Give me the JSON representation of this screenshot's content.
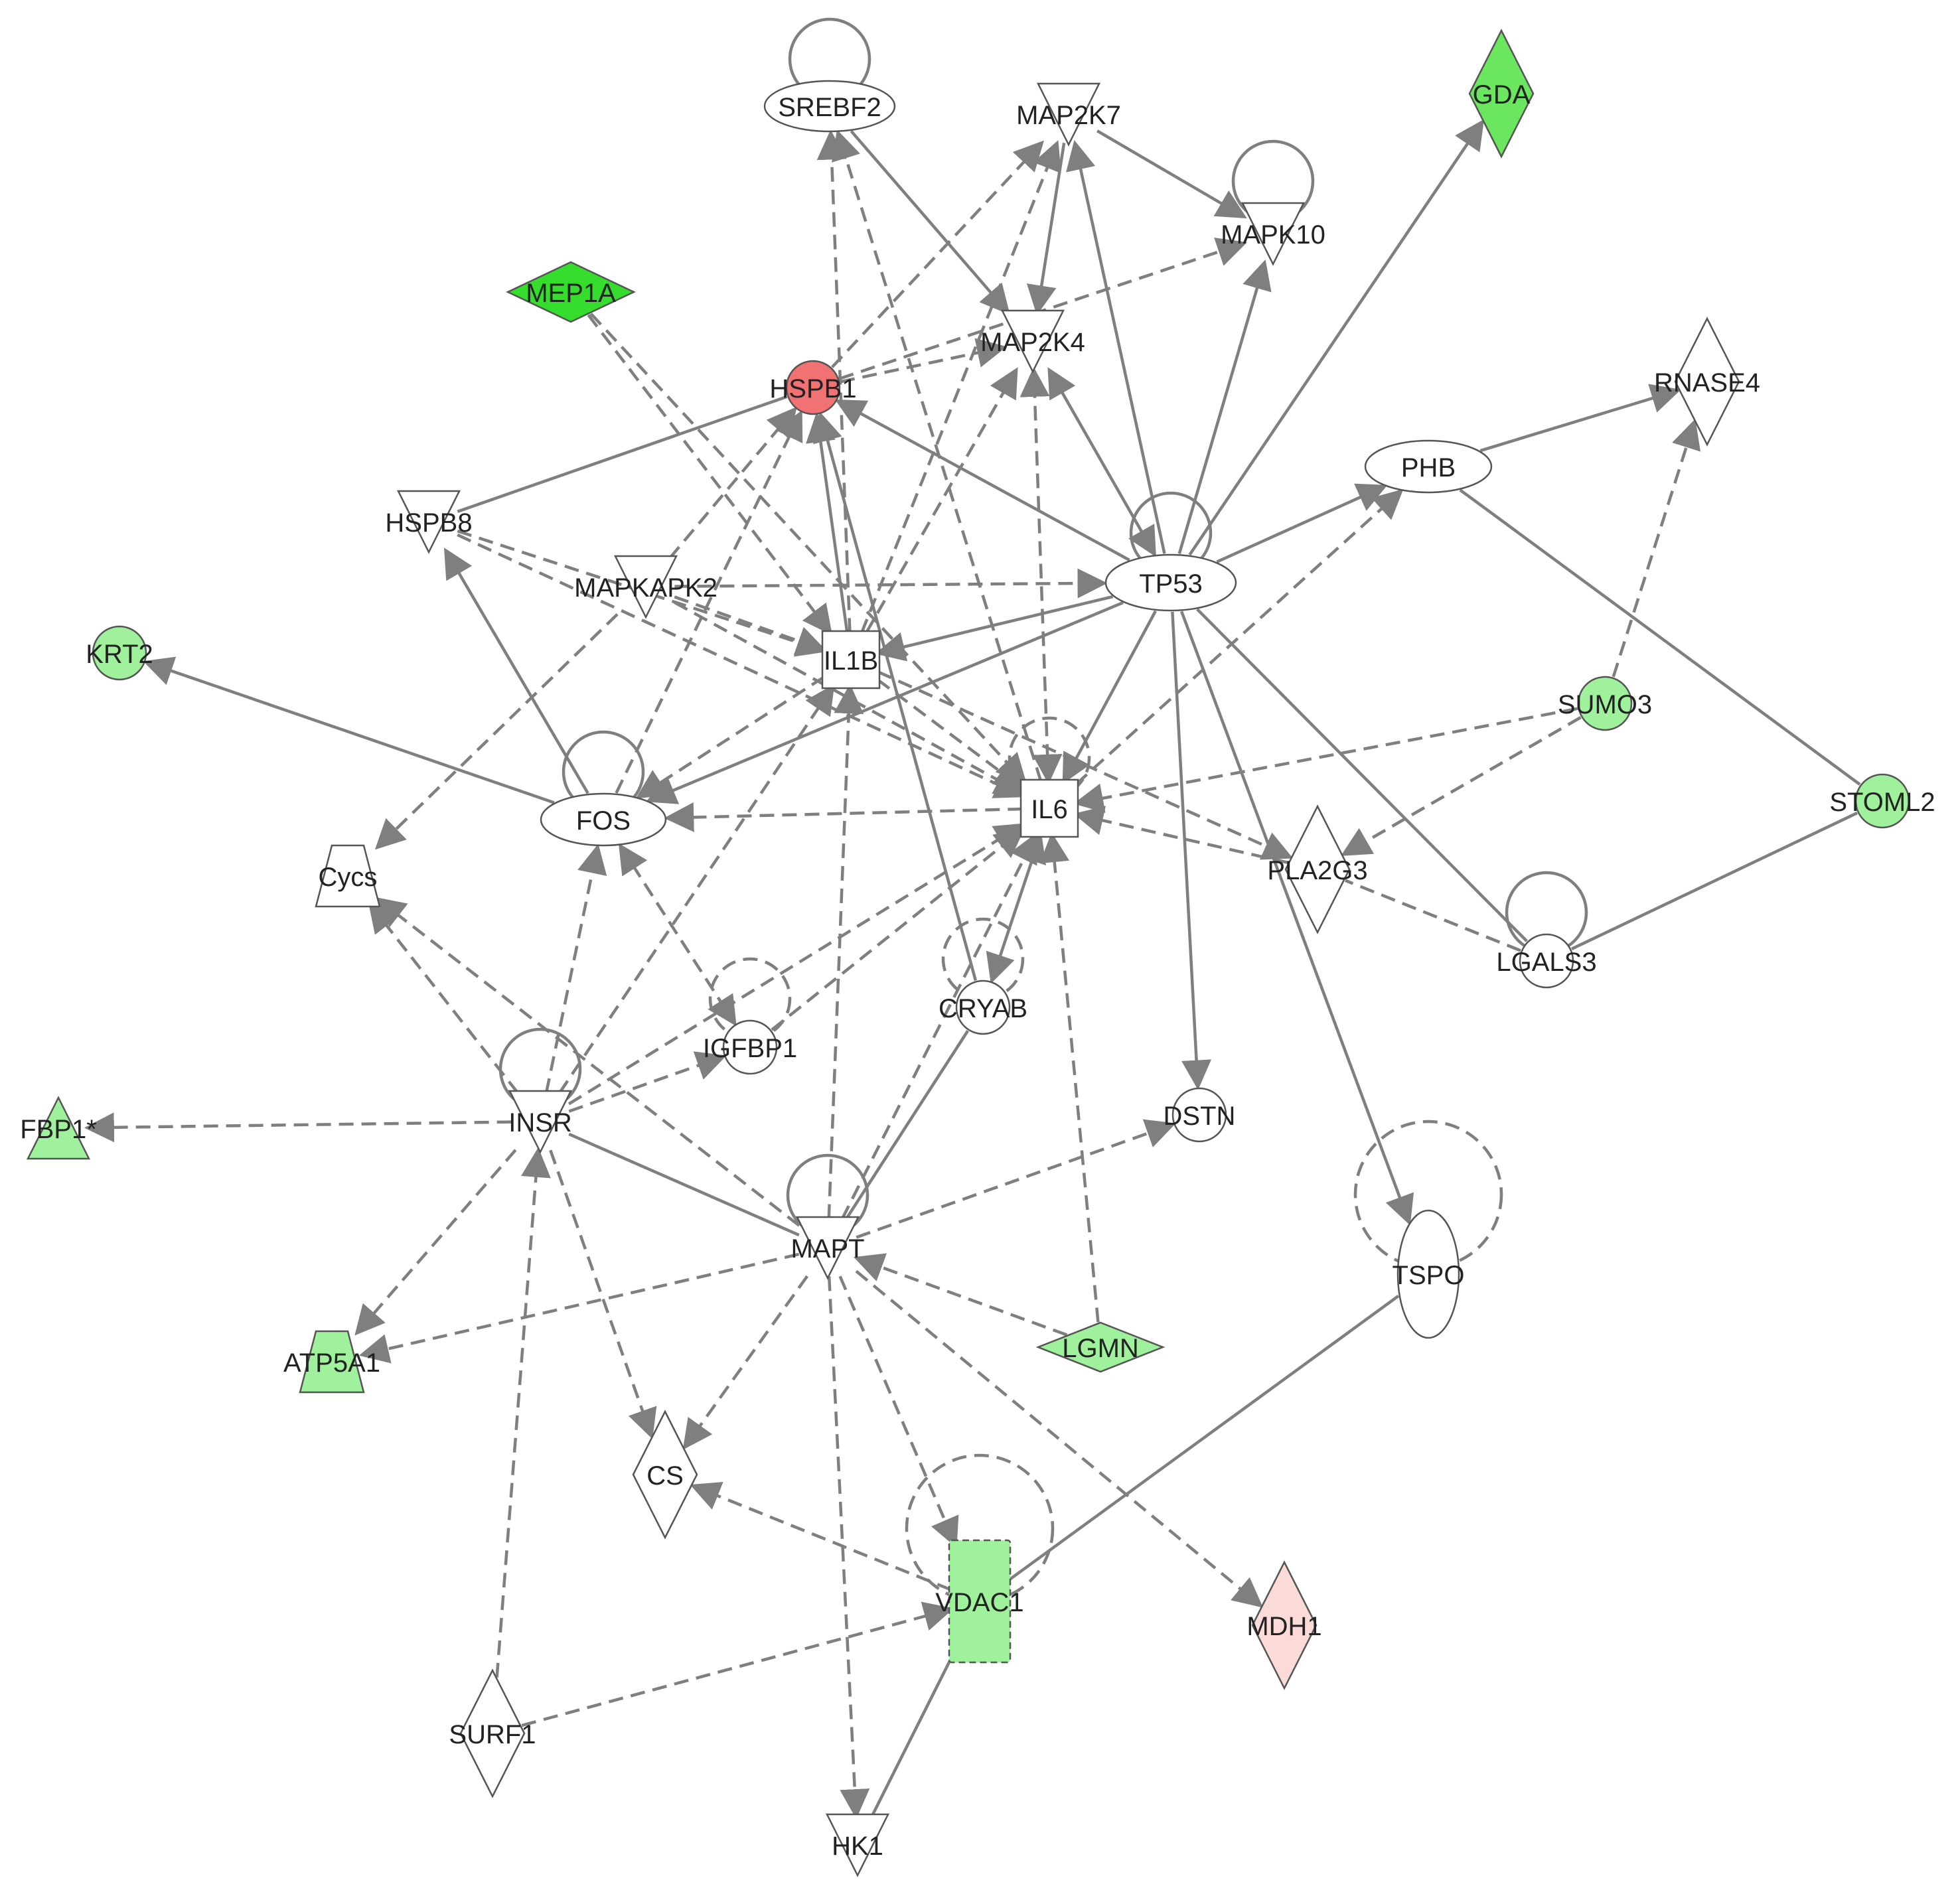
{
  "colors": {
    "edge": "#7f7f7f",
    "node_stroke": "#555555",
    "white": "#ffffff",
    "green_light": "#9ff29b",
    "green_bright": "#35dd2c",
    "green_medium": "#6be65f",
    "red": "#f07272",
    "pink": "#fadbd8"
  },
  "nodes": [
    {
      "id": "SREBF2",
      "label": "SREBF2",
      "shape": "ellipse",
      "fill": "white",
      "self_loop": "solid"
    },
    {
      "id": "MAP2K7",
      "label": "MAP2K7",
      "shape": "triangle-down",
      "fill": "white"
    },
    {
      "id": "GDA",
      "label": "GDA",
      "shape": "diamond",
      "fill": "green_medium"
    },
    {
      "id": "MAPK10",
      "label": "MAPK10",
      "shape": "triangle-down",
      "fill": "white",
      "self_loop": "solid"
    },
    {
      "id": "MEP1A",
      "label": "MEP1A",
      "shape": "diamond",
      "fill": "green_bright"
    },
    {
      "id": "MAP2K4",
      "label": "MAP2K4",
      "shape": "triangle-down",
      "fill": "white"
    },
    {
      "id": "HSPB1",
      "label": "HSPB1",
      "shape": "circle",
      "fill": "red"
    },
    {
      "id": "RNASE4",
      "label": "RNASE4",
      "shape": "diamond",
      "fill": "white"
    },
    {
      "id": "PHB",
      "label": "PHB",
      "shape": "ellipse",
      "fill": "white"
    },
    {
      "id": "HSPB8",
      "label": "HSPB8",
      "shape": "triangle-down",
      "fill": "white"
    },
    {
      "id": "MAPKAPK2",
      "label": "MAPKAPK2",
      "shape": "triangle-down",
      "fill": "white"
    },
    {
      "id": "TP53",
      "label": "TP53",
      "shape": "ellipse",
      "fill": "white",
      "self_loop": "solid"
    },
    {
      "id": "IL1B",
      "label": "IL1B",
      "shape": "square",
      "fill": "white"
    },
    {
      "id": "KRT2",
      "label": "KRT2",
      "shape": "circle",
      "fill": "green_light"
    },
    {
      "id": "SUMO3",
      "label": "SUMO3",
      "shape": "circle",
      "fill": "green_light"
    },
    {
      "id": "STOML2",
      "label": "STOML2",
      "shape": "circle",
      "fill": "green_light"
    },
    {
      "id": "IL6",
      "label": "IL6",
      "shape": "square",
      "fill": "white",
      "self_loop": "dashed"
    },
    {
      "id": "FOS",
      "label": "FOS",
      "shape": "ellipse",
      "fill": "white",
      "self_loop": "solid"
    },
    {
      "id": "Cycs",
      "label": "Cycs",
      "shape": "trapezoid",
      "fill": "white"
    },
    {
      "id": "PLA2G3",
      "label": "PLA2G3",
      "shape": "diamond",
      "fill": "white"
    },
    {
      "id": "LGALS3",
      "label": "LGALS3",
      "shape": "circle",
      "fill": "white",
      "self_loop": "solid"
    },
    {
      "id": "CRYAB",
      "label": "CRYAB",
      "shape": "circle",
      "fill": "white",
      "self_loop": "dashed"
    },
    {
      "id": "IGFBP1",
      "label": "IGFBP1",
      "shape": "circle",
      "fill": "white",
      "self_loop": "dashed"
    },
    {
      "id": "DSTN",
      "label": "DSTN",
      "shape": "circle",
      "fill": "white"
    },
    {
      "id": "INSR",
      "label": "INSR",
      "shape": "triangle-down",
      "fill": "white",
      "self_loop": "solid"
    },
    {
      "id": "FBP1",
      "label": "FBP1*",
      "shape": "triangle-up",
      "fill": "green_light"
    },
    {
      "id": "TSPO",
      "label": "TSPO",
      "shape": "ellipse-v",
      "fill": "white",
      "self_loop": "dashed"
    },
    {
      "id": "MAPT",
      "label": "MAPT",
      "shape": "triangle-down",
      "fill": "white",
      "self_loop": "solid"
    },
    {
      "id": "LGMN",
      "label": "LGMN",
      "shape": "diamond",
      "fill": "green_light"
    },
    {
      "id": "ATP5A1",
      "label": "ATP5A1",
      "shape": "trapezoid",
      "fill": "green_light"
    },
    {
      "id": "CS",
      "label": "CS",
      "shape": "diamond",
      "fill": "white"
    },
    {
      "id": "VDAC1",
      "label": "VDAC1",
      "shape": "rect-dashed",
      "fill": "green_light",
      "self_loop": "dashed"
    },
    {
      "id": "MDH1",
      "label": "MDH1",
      "shape": "diamond",
      "fill": "pink"
    },
    {
      "id": "SURF1",
      "label": "SURF1",
      "shape": "diamond",
      "fill": "white"
    },
    {
      "id": "HK1",
      "label": "HK1",
      "shape": "triangle-down",
      "fill": "white"
    }
  ],
  "edges": [
    {
      "from": "SREBF2",
      "to": "MAP2K4",
      "style": "solid",
      "arrow": "to"
    },
    {
      "from": "IL1B",
      "to": "SREBF2",
      "style": "dashed",
      "arrow": "to"
    },
    {
      "from": "IL6",
      "to": "SREBF2",
      "style": "dashed",
      "arrow": "to"
    },
    {
      "from": "MAP2K7",
      "to": "MAP2K4",
      "style": "solid",
      "arrow": "to"
    },
    {
      "from": "MAP2K7",
      "to": "MAPK10",
      "style": "solid",
      "arrow": "to"
    },
    {
      "from": "TP53",
      "to": "MAP2K7",
      "style": "solid",
      "arrow": "to"
    },
    {
      "from": "HSPB1",
      "to": "MAP2K7",
      "style": "dashed",
      "arrow": "to"
    },
    {
      "from": "IL1B",
      "to": "MAP2K7",
      "style": "dashed",
      "arrow": "to"
    },
    {
      "from": "HSPB1",
      "to": "MAPK10",
      "style": "dashed",
      "arrow": "to"
    },
    {
      "from": "TP53",
      "to": "MAPK10",
      "style": "solid",
      "arrow": "to"
    },
    {
      "from": "TP53",
      "to": "GDA",
      "style": "solid",
      "arrow": "to"
    },
    {
      "from": "TP53",
      "to": "MAP2K4",
      "style": "solid",
      "arrow": "both"
    },
    {
      "from": "IL1B",
      "to": "MAP2K4",
      "style": "dashed",
      "arrow": "to"
    },
    {
      "from": "HSPB1",
      "to": "MAP2K4",
      "style": "dashed",
      "arrow": "to"
    },
    {
      "from": "IL6",
      "to": "MAP2K4",
      "style": "dashed",
      "arrow": "both"
    },
    {
      "from": "MEP1A",
      "to": "IL1B",
      "style": "dashed",
      "arrow": "to"
    },
    {
      "from": "MEP1A",
      "to": "IL6",
      "style": "dashed",
      "arrow": "to"
    },
    {
      "from": "HSPB8",
      "to": "HSPB1",
      "style": "solid",
      "arrow": "none"
    },
    {
      "from": "TP53",
      "to": "HSPB1",
      "style": "solid",
      "arrow": "to"
    },
    {
      "from": "IL1B",
      "to": "HSPB1",
      "style": "solid",
      "arrow": "to"
    },
    {
      "from": "MAPKAPK2",
      "to": "HSPB1",
      "style": "dashed",
      "arrow": "to"
    },
    {
      "from": "CRYAB",
      "to": "HSPB1",
      "style": "solid",
      "arrow": "to"
    },
    {
      "from": "FOS",
      "to": "HSPB1",
      "style": "dashed",
      "arrow": "to"
    },
    {
      "from": "PHB",
      "to": "RNASE4",
      "style": "solid",
      "arrow": "to"
    },
    {
      "from": "SUMO3",
      "to": "RNASE4",
      "style": "dashed",
      "arrow": "to"
    },
    {
      "from": "TP53",
      "to": "PHB",
      "style": "solid",
      "arrow": "to"
    },
    {
      "from": "PHB",
      "to": "STOML2",
      "style": "solid",
      "arrow": "none"
    },
    {
      "from": "IL6",
      "to": "PHB",
      "style": "dashed",
      "arrow": "to"
    },
    {
      "from": "HSPB8",
      "to": "IL1B",
      "style": "dashed",
      "arrow": "to"
    },
    {
      "from": "HSPB8",
      "to": "IL6",
      "style": "dashed",
      "arrow": "to"
    },
    {
      "from": "FOS",
      "to": "HSPB8",
      "style": "solid",
      "arrow": "to"
    },
    {
      "from": "MAPKAPK2",
      "to": "TP53",
      "style": "dashed",
      "arrow": "to"
    },
    {
      "from": "MAPKAPK2",
      "to": "IL1B",
      "style": "dashed",
      "arrow": "to"
    },
    {
      "from": "MAPKAPK2",
      "to": "IL6",
      "style": "dashed",
      "arrow": "to"
    },
    {
      "from": "MAPKAPK2",
      "to": "Cycs",
      "style": "dashed",
      "arrow": "to"
    },
    {
      "from": "TP53",
      "to": "IL1B",
      "style": "solid",
      "arrow": "to"
    },
    {
      "from": "TP53",
      "to": "IL6",
      "style": "solid",
      "arrow": "to"
    },
    {
      "from": "TP53",
      "to": "FOS",
      "style": "solid",
      "arrow": "to"
    },
    {
      "from": "TP53",
      "to": "DSTN",
      "style": "solid",
      "arrow": "to"
    },
    {
      "from": "TP53",
      "to": "LGALS3",
      "style": "solid",
      "arrow": "none"
    },
    {
      "from": "TP53",
      "to": "TSPO",
      "style": "solid",
      "arrow": "to"
    },
    {
      "from": "IL1B",
      "to": "FOS",
      "style": "dashed",
      "arrow": "to"
    },
    {
      "from": "IL1B",
      "to": "IL6",
      "style": "dashed",
      "arrow": "to"
    },
    {
      "from": "IL1B",
      "to": "PLA2G3",
      "style": "dashed",
      "arrow": "to"
    },
    {
      "from": "INSR",
      "to": "IL1B",
      "style": "dashed",
      "arrow": "to"
    },
    {
      "from": "MAPT",
      "to": "IL1B",
      "style": "dashed",
      "arrow": "to"
    },
    {
      "from": "IL6",
      "to": "FOS",
      "style": "dashed",
      "arrow": "to"
    },
    {
      "from": "FOS",
      "to": "KRT2",
      "style": "solid",
      "arrow": "to"
    },
    {
      "from": "SUMO3",
      "to": "IL6",
      "style": "dashed",
      "arrow": "to"
    },
    {
      "from": "SUMO3",
      "to": "PLA2G3",
      "style": "dashed",
      "arrow": "to"
    },
    {
      "from": "LGALS3",
      "to": "STOML2",
      "style": "solid",
      "arrow": "none"
    },
    {
      "from": "PLA2G3",
      "to": "IL6",
      "style": "dashed",
      "arrow": "to"
    },
    {
      "from": "LGALS3",
      "to": "PLA2G3",
      "style": "dashed",
      "arrow": "none"
    },
    {
      "from": "CRYAB",
      "to": "IL6",
      "style": "solid",
      "arrow": "both"
    },
    {
      "from": "INSR",
      "to": "IL6",
      "style": "dashed",
      "arrow": "to"
    },
    {
      "from": "IGFBP1",
      "to": "IL6",
      "style": "dashed",
      "arrow": "to"
    },
    {
      "from": "LGMN",
      "to": "IL6",
      "style": "dashed",
      "arrow": "to"
    },
    {
      "from": "MAPT",
      "to": "IL6",
      "style": "dashed",
      "arrow": "to"
    },
    {
      "from": "INSR",
      "to": "FOS",
      "style": "dashed",
      "arrow": "to"
    },
    {
      "from": "FOS",
      "to": "IGFBP1",
      "style": "dashed",
      "arrow": "both"
    },
    {
      "from": "INSR",
      "to": "Cycs",
      "style": "dashed",
      "arrow": "to"
    },
    {
      "from": "MAPT",
      "to": "Cycs",
      "style": "dashed",
      "arrow": "to"
    },
    {
      "from": "CRYAB",
      "to": "MAPT",
      "style": "solid",
      "arrow": "none"
    },
    {
      "from": "INSR",
      "to": "IGFBP1",
      "style": "dashed",
      "arrow": "to"
    },
    {
      "from": "INSR",
      "to": "FBP1",
      "style": "dashed",
      "arrow": "to"
    },
    {
      "from": "INSR",
      "to": "MAPT",
      "style": "solid",
      "arrow": "none"
    },
    {
      "from": "INSR",
      "to": "ATP5A1",
      "style": "dashed",
      "arrow": "to"
    },
    {
      "from": "INSR",
      "to": "CS",
      "style": "dashed",
      "arrow": "to"
    },
    {
      "from": "SURF1",
      "to": "INSR",
      "style": "dashed",
      "arrow": "to"
    },
    {
      "from": "MAPT",
      "to": "DSTN",
      "style": "dashed",
      "arrow": "to"
    },
    {
      "from": "MAPT",
      "to": "ATP5A1",
      "style": "dashed",
      "arrow": "to"
    },
    {
      "from": "MAPT",
      "to": "CS",
      "style": "dashed",
      "arrow": "to"
    },
    {
      "from": "MAPT",
      "to": "VDAC1",
      "style": "dashed",
      "arrow": "to"
    },
    {
      "from": "MAPT",
      "to": "MDH1",
      "style": "dashed",
      "arrow": "to"
    },
    {
      "from": "MAPT",
      "to": "HK1",
      "style": "dashed",
      "arrow": "to"
    },
    {
      "from": "LGMN",
      "to": "MAPT",
      "style": "dashed",
      "arrow": "to"
    },
    {
      "from": "TSPO",
      "to": "VDAC1",
      "style": "solid",
      "arrow": "none"
    },
    {
      "from": "VDAC1",
      "to": "CS",
      "style": "dashed",
      "arrow": "to"
    },
    {
      "from": "SURF1",
      "to": "VDAC1",
      "style": "dashed",
      "arrow": "to"
    },
    {
      "from": "VDAC1",
      "to": "HK1",
      "style": "solid",
      "arrow": "none"
    }
  ]
}
